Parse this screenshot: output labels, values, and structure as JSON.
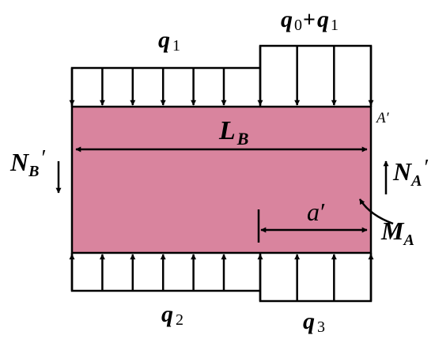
{
  "colors": {
    "beam_fill": "#D9849E",
    "stroke": "#000000",
    "background": "#ffffff"
  },
  "labels": {
    "q1": {
      "main": "q",
      "sub": "1"
    },
    "q0_plus_q1": {
      "a": "q",
      "a_sub": "0",
      "plus": "+",
      "b": "q",
      "b_sub": "1"
    },
    "q2": {
      "main": "q",
      "sub": "2"
    },
    "q3": {
      "main": "q",
      "sub": "3"
    },
    "length": {
      "main": "L",
      "sub": "B"
    },
    "corner": {
      "main": "A",
      "prime": "′"
    },
    "normal_left": {
      "main": "N",
      "sub": "B",
      "prime": "′"
    },
    "normal_right": {
      "main": "N",
      "sub": "A",
      "prime": "′"
    },
    "offset": {
      "main": "a",
      "prime": "′"
    },
    "moment": {
      "main": "M",
      "sub": "A"
    }
  },
  "arrow_counts": {
    "top_left_load": 6,
    "top_right_load": 4,
    "bottom_left_load": 6,
    "bottom_right_load": 4
  }
}
